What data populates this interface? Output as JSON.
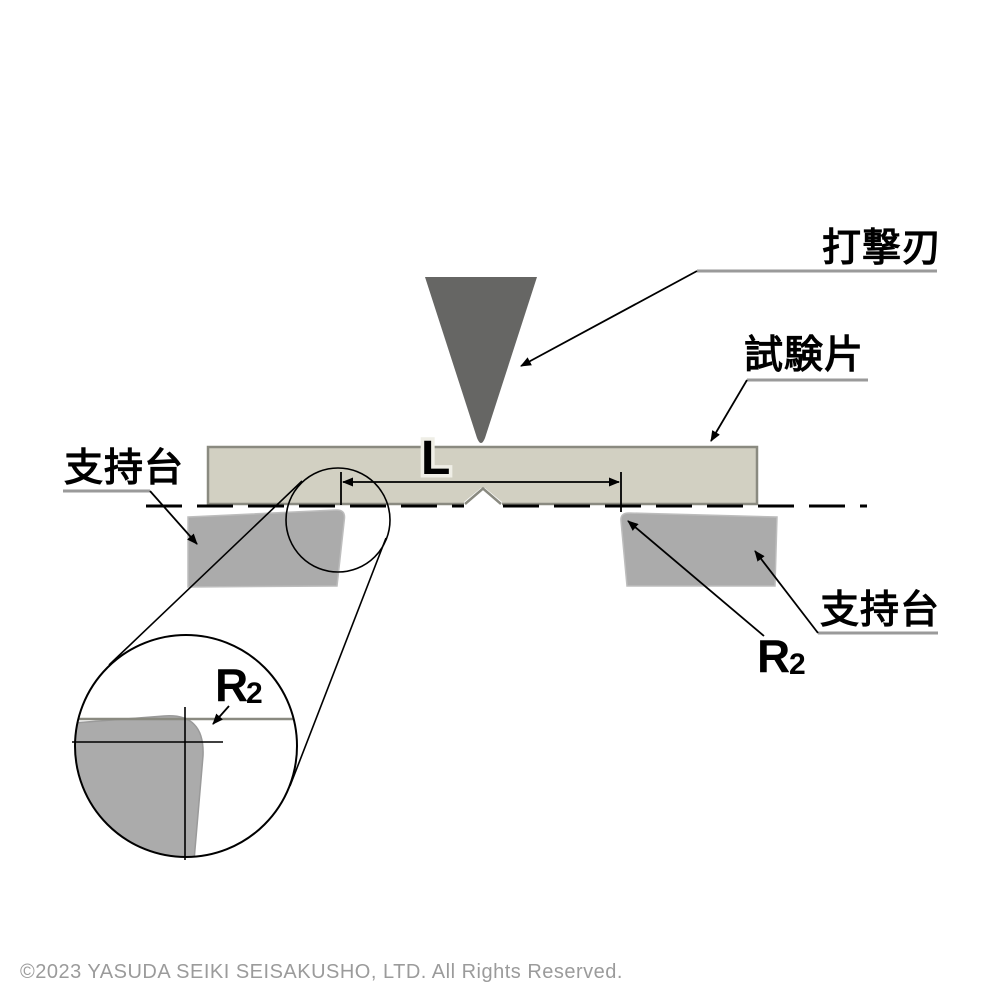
{
  "diagram": {
    "description": "impact-test-support-diagram",
    "labels": {
      "striker": "打撃刃",
      "specimen": "試験片",
      "support_left": "支持台",
      "support_right": "支持台"
    },
    "dimension": {
      "span_label": "L"
    },
    "radius": {
      "symbol": "R",
      "subscript": "2"
    },
    "footer": {
      "copyright": "©2023 YASUDA SEIKI SEISAKUSHO, LTD. All Rights Reserved."
    },
    "colors": {
      "striker_fill": "#666664",
      "specimen_fill": "#d2d0c2",
      "specimen_stroke": "#8a8a80",
      "support_fill": "#ababab",
      "support_stroke": "#bdbdbd",
      "line_black": "#000000",
      "label_underline": "#9a9a9a",
      "copyright_text": "#9b9b9b",
      "background": "#ffffff"
    }
  }
}
